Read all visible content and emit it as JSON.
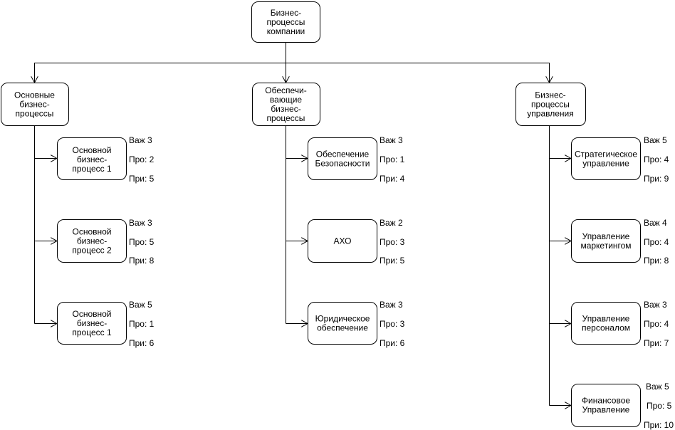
{
  "root": {
    "lines": [
      "Бизнес-",
      "процессы",
      "компании"
    ]
  },
  "groups": [
    {
      "lines": [
        "Основные",
        "бизнес-",
        "процессы"
      ],
      "children": [
        {
          "lines": [
            "Основной",
            "бизнес-",
            "процесс 1"
          ],
          "vaz": "Важ 3",
          "pro": "Про: 2",
          "pri": "При: 5"
        },
        {
          "lines": [
            "Основной",
            "бизнес-",
            "процесс 2"
          ],
          "vaz": "Важ 3",
          "pro": "Про: 5",
          "pri": "При: 8"
        },
        {
          "lines": [
            "Основной",
            "бизнес-",
            "процесс 1"
          ],
          "vaz": "Важ 5",
          "pro": "Про: 1",
          "pri": "При: 6"
        }
      ]
    },
    {
      "lines": [
        "Обеспечи-",
        "вающие",
        "бизнес-",
        "процессы"
      ],
      "children": [
        {
          "lines": [
            "Обеспечение",
            "Безопасности"
          ],
          "vaz": "Важ 3",
          "pro": "Про: 1",
          "pri": "При: 4"
        },
        {
          "lines": [
            "АХО"
          ],
          "vaz": "Важ 2",
          "pro": "Про: 3",
          "pri": "При: 5"
        },
        {
          "lines": [
            "Юридическое",
            "обеспечение"
          ],
          "vaz": "Важ 3",
          "pro": "Про: 3",
          "pri": "При: 6"
        }
      ]
    },
    {
      "lines": [
        "Бизнес-",
        "процессы",
        "управления"
      ],
      "children": [
        {
          "lines": [
            "Стратегическое",
            "управление"
          ],
          "vaz": "Важ 5",
          "pro": "Про: 4",
          "pri": "При: 9"
        },
        {
          "lines": [
            "Управление",
            "маркетингом"
          ],
          "vaz": "Важ 4",
          "pro": "Про: 4",
          "pri": "При: 8"
        },
        {
          "lines": [
            "Управление",
            "персоналом"
          ],
          "vaz": "Важ 3",
          "pro": "Про: 4",
          "pri": "При: 7"
        },
        {
          "lines": [
            "Финансовое",
            "Управление"
          ],
          "vaz": "Важ 5",
          "pro": "Про: 5",
          "pri": "При: 10"
        }
      ]
    }
  ]
}
